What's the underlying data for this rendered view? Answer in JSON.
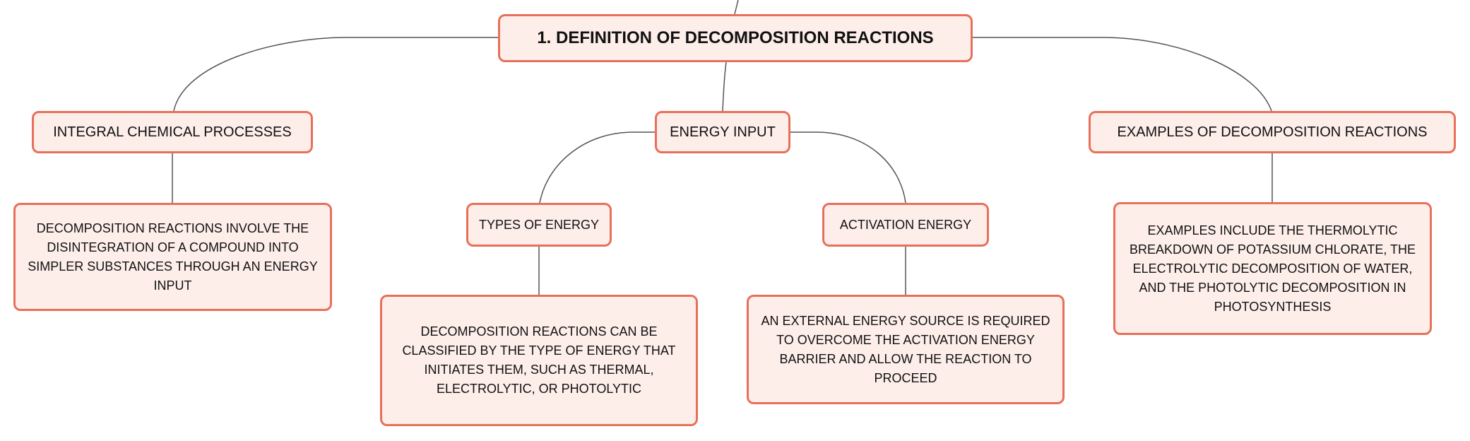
{
  "mindmap": {
    "root": {
      "label": "1. DEFINITION OF DECOMPOSITION REACTIONS"
    },
    "branches": [
      {
        "label": "INTEGRAL CHEMICAL PROCESSES",
        "detail": "DECOMPOSITION REACTIONS INVOLVE THE DISINTEGRATION OF A COMPOUND INTO SIMPLER SUBSTANCES THROUGH AN ENERGY INPUT"
      },
      {
        "label": "ENERGY INPUT",
        "children": [
          {
            "label": "TYPES OF ENERGY",
            "detail": "DECOMPOSITION REACTIONS CAN BE CLASSIFIED BY THE TYPE OF ENERGY THAT INITIATES THEM, SUCH AS THERMAL, ELECTROLYTIC, OR PHOTOLYTIC"
          },
          {
            "label": "ACTIVATION ENERGY",
            "detail": "AN EXTERNAL ENERGY SOURCE IS REQUIRED TO OVERCOME THE ACTIVATION ENERGY BARRIER AND ALLOW THE REACTION TO PROCEED"
          }
        ]
      },
      {
        "label": "EXAMPLES OF DECOMPOSITION REACTIONS",
        "detail": "EXAMPLES INCLUDE THE THERMOLYTIC BREAKDOWN OF POTASSIUM CHLORATE, THE ELECTROLYTIC DECOMPOSITION OF WATER, AND THE PHOTOLYTIC DECOMPOSITION IN PHOTOSYNTHESIS"
      }
    ]
  },
  "colors": {
    "node_border": "#e8705a",
    "node_fill": "#fdeeea",
    "connector": "#555555",
    "text": "#111111"
  }
}
